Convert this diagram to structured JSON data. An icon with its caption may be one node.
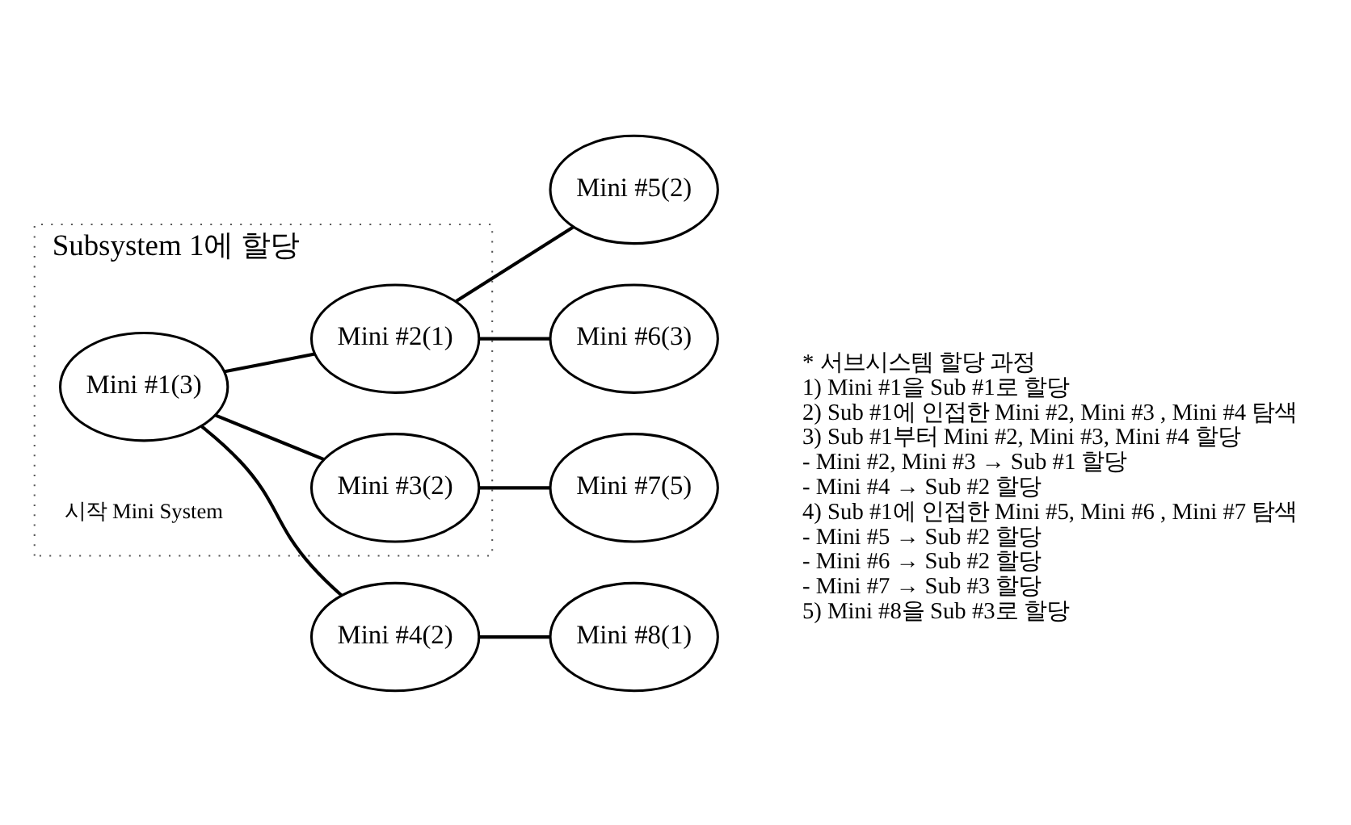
{
  "diagram": {
    "nodes": [
      {
        "text": [
          "Subsystem 1에 할당"
        ]
      },
      {
        "text": [
          "Mini #1(3)"
        ],
        "in": 0,
        "beside": [
          "시작 Mini System"
        ]
      },
      {
        "text": [
          "Mini #2(1)"
        ],
        "in": 0
      },
      {
        "text": [
          "Mini #3(2)"
        ],
        "in": 0
      },
      {
        "text": [
          "Mini #4(2)"
        ]
      },
      {
        "text": [
          "Mini #5(2)"
        ]
      },
      {
        "text": [
          "Mini #6(3)"
        ]
      },
      {
        "text": [
          "Mini #7(5)"
        ]
      },
      {
        "text": [
          "Mini #8(1)"
        ]
      }
    ],
    "edges": [
      {
        "from": 1,
        "to": 2,
        "arrow": "none"
      },
      {
        "from": 1,
        "to": 3,
        "arrow": "none"
      },
      {
        "from": 1,
        "to": 4,
        "arrow": "none"
      },
      {
        "from": 2,
        "to": 5,
        "arrow": "none"
      },
      {
        "from": 2,
        "to": 6,
        "arrow": "none"
      },
      {
        "from": 3,
        "to": 7,
        "arrow": "none"
      },
      {
        "from": 4,
        "to": 8,
        "arrow": "none"
      }
    ],
    "labels": [
      "* 서브시스템 할당 과정",
      "1) Mini #1을 Sub #1로 할당",
      "2) Sub #1에 인접한 Mini #2, Mini #3 , Mini #4 탐색",
      "3) Sub #1부터 Mini #2, Mini #3, Mini #4 할당",
      "- Mini #2, Mini #3 → Sub #1 할당",
      "- Mini #4 → Sub #2 할당",
      "4) Sub #1에 인접한 Mini #5, Mini #6 , Mini #7 탐색",
      "- Mini #5 → Sub #2 할당",
      "- Mini #6 → Sub #2 할당",
      "- Mini #7 → Sub #3 할당",
      "5) Mini #8을 Sub #3로 할당"
    ]
  }
}
